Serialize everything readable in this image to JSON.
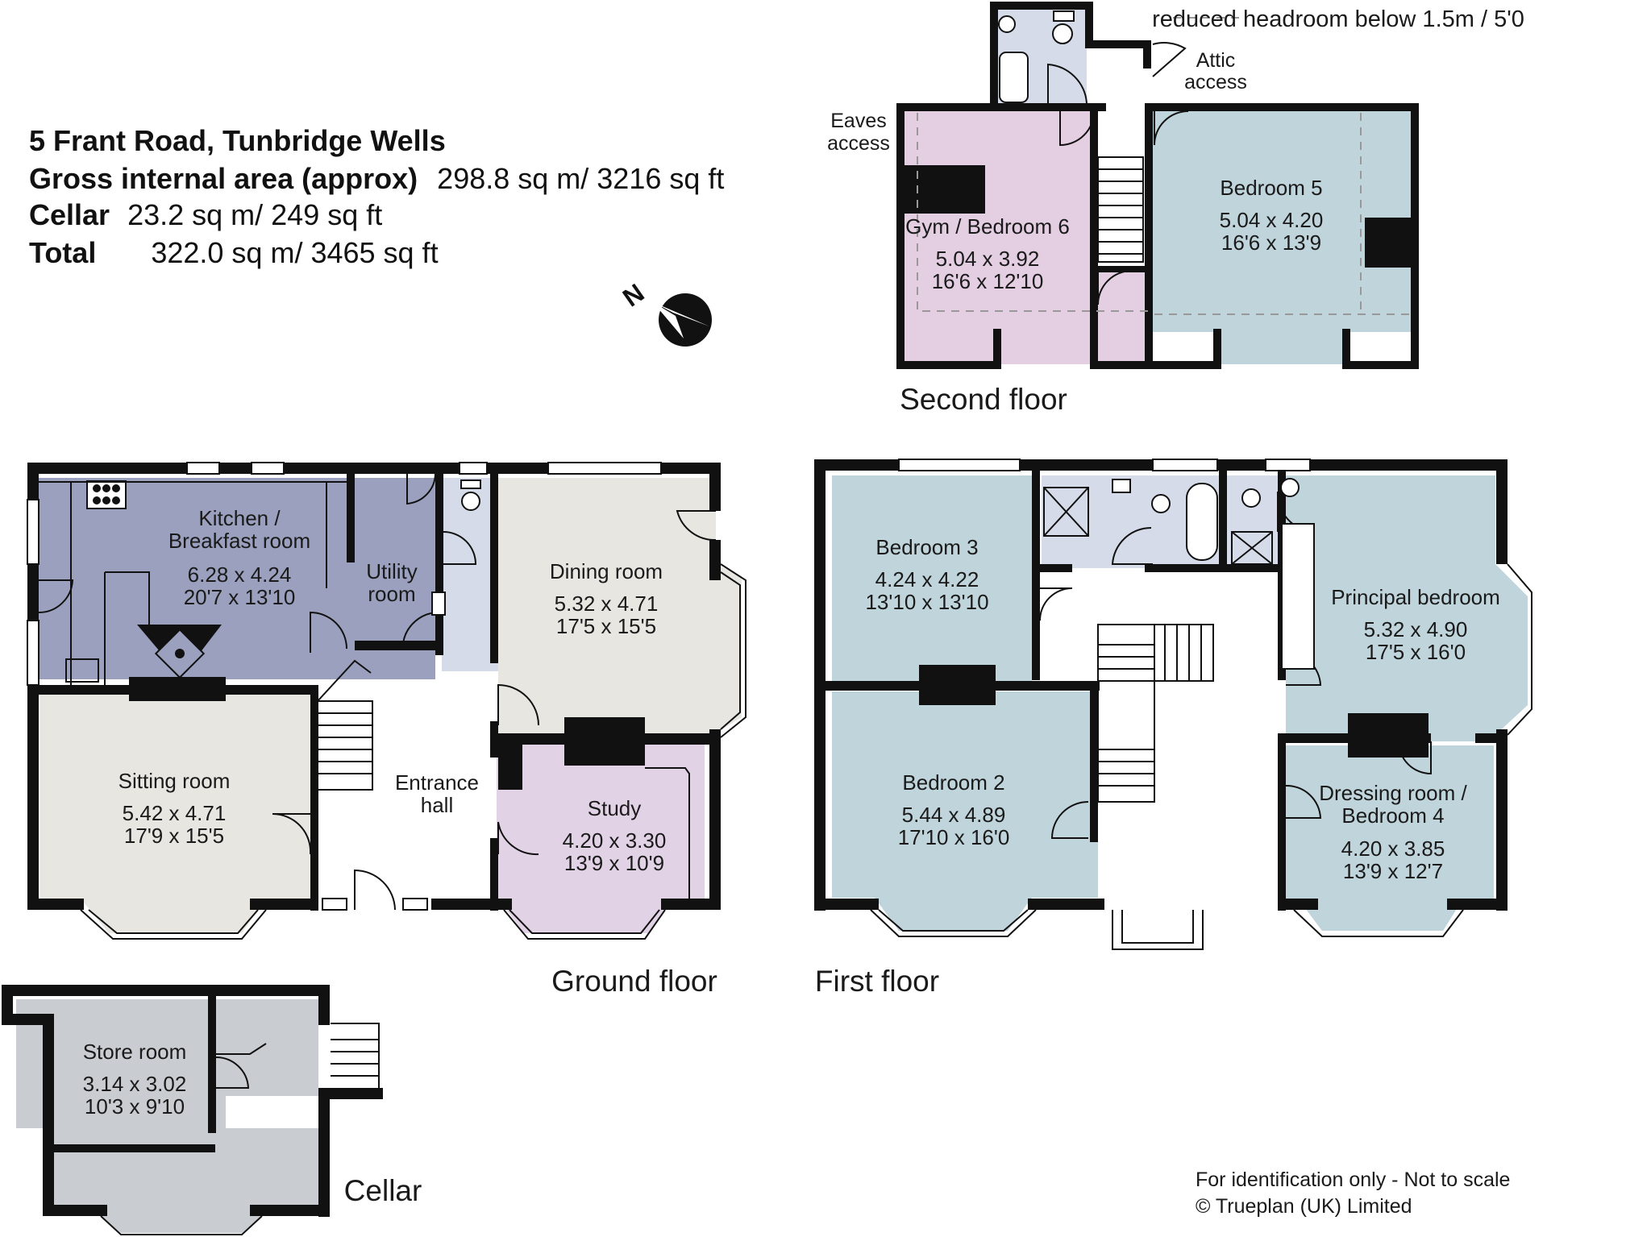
{
  "header": {
    "address": "5 Frant Road, Tunbridge Wells",
    "gia_label": "Gross internal area (approx)",
    "gia_value": "298.8 sq m/ 3216 sq ft",
    "cellar_label": "Cellar",
    "cellar_value": "23.2 sq m/ 249 sq ft",
    "total_label": "Total",
    "total_value": "322.0 sq m/ 3465 sq ft"
  },
  "legend": {
    "text": "reduced headroom below 1.5m / 5'0"
  },
  "compass": {
    "letter": "N"
  },
  "floor_labels": {
    "second": "Second floor",
    "ground": "Ground floor",
    "first": "First floor",
    "cellar": "Cellar"
  },
  "annotations": {
    "eaves_1": "Eaves",
    "eaves_2": "access",
    "attic_1": "Attic",
    "attic_2": "access"
  },
  "rooms": {
    "kitchen": {
      "name1": "Kitchen /",
      "name2": "Breakfast room",
      "metric": "6.28  x  4.24",
      "imperial": "20'7  x  13'10"
    },
    "utility": {
      "name1": "Utility",
      "name2": "room"
    },
    "dining": {
      "name": "Dining room",
      "metric": "5.32  x  4.71",
      "imperial": "17'5  x  15'5"
    },
    "sitting": {
      "name": "Sitting room",
      "metric": "5.42  x  4.71",
      "imperial": "17'9  x  15'5"
    },
    "entrance": {
      "name1": "Entrance",
      "name2": "hall"
    },
    "study": {
      "name": "Study",
      "metric": "4.20  x  3.30",
      "imperial": "13'9  x  10'9"
    },
    "bedroom3": {
      "name": "Bedroom 3",
      "metric": "4.24  x  4.22",
      "imperial": "13'10  x  13'10"
    },
    "bedroom2": {
      "name": "Bedroom 2",
      "metric": "5.44  x  4.89",
      "imperial": "17'10  x  16'0"
    },
    "principal": {
      "name": "Principal bedroom",
      "metric": "5.32  x  4.90",
      "imperial": "17'5  x  16'0"
    },
    "dressing": {
      "name1": "Dressing room /",
      "name2": "Bedroom 4",
      "metric": "4.20  x  3.85",
      "imperial": "13'9  x  12'7"
    },
    "gym": {
      "name": "Gym / Bedroom 6",
      "metric": "5.04  x  3.92",
      "imperial": "16'6  x  12'10"
    },
    "bedroom5": {
      "name": "Bedroom 5",
      "metric": "5.04  x  4.20",
      "imperial": "16'6  x  13'9"
    },
    "store": {
      "name": "Store room",
      "metric": "3.14  x  3.02",
      "imperial": "10'3  x  9'10"
    }
  },
  "footer": {
    "disclaimer": "For identification only - Not to scale",
    "copyright": "©  Trueplan (UK) Limited"
  },
  "colors": {
    "wall": "#111111",
    "kitchen": "#9aa0bd",
    "utility": "#9aa0bd",
    "beige": "#e8e6e1",
    "study": "#e2d2e6",
    "bathroom": "#d5dbe8",
    "blue_room": "#c0d4db",
    "gym": "#e3cee2",
    "cellar": "#c9ccd1"
  }
}
